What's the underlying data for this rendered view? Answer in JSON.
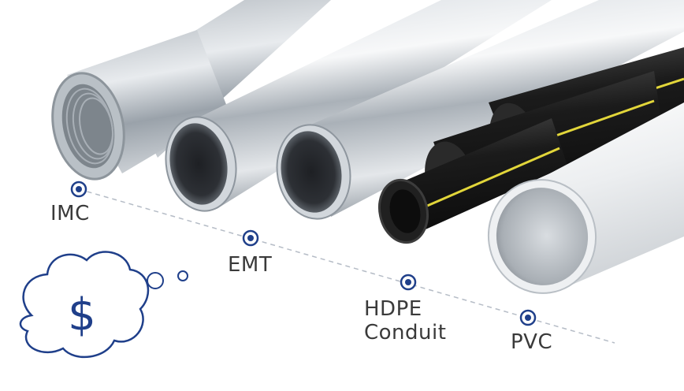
{
  "labels": {
    "imc": "IMC",
    "emt": "EMT",
    "hdpe_line1": "HDPE",
    "hdpe_line2": "Conduit",
    "pvc": "PVC"
  },
  "cloud_symbol": "$",
  "icons": {
    "cloud": "thought-cloud-icon",
    "marker": "target-dot-icon"
  },
  "colors": {
    "accent": "#1f3f8a",
    "label_text": "#3a3a3a",
    "dashed_line": "#b5bcc6",
    "pipe_steel": "#c9ced3",
    "pipe_hdpe": "#1e1e1e",
    "hdpe_stripe": "#e2d63a",
    "pipe_pvc": "#e7e9ec"
  }
}
